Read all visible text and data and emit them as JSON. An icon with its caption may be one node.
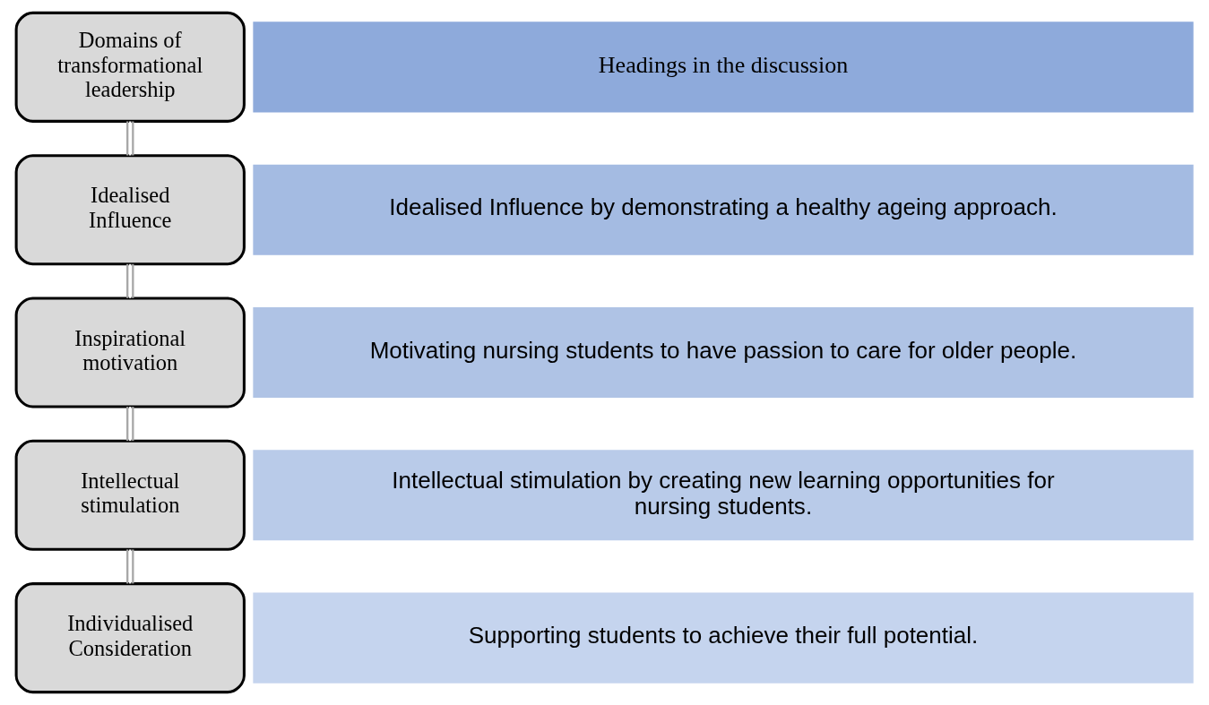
{
  "diagram": {
    "nodes": [
      {
        "text": [
          "Domains of transformational leadership"
        ]
      },
      {
        "text": [
          "Headings in the discussion"
        ]
      },
      {
        "text": [
          "Idealised Influence"
        ]
      },
      {
        "text": [
          "Idealised Influence by demonstrating a healthy ageing approach."
        ]
      },
      {
        "text": [
          "Inspirational motivation"
        ]
      },
      {
        "text": [
          "Motivating nursing students to have passion to care for older people."
        ]
      },
      {
        "text": [
          "Intellectual stimulation"
        ]
      },
      {
        "text": [
          "Intellectual stimulation by creating new learning opportunities for nursing students."
        ]
      },
      {
        "text": [
          "Individualised Consideration"
        ]
      },
      {
        "text": [
          "Supporting students to achieve their full potential."
        ]
      }
    ],
    "edges": [
      {
        "from": 0,
        "to": 2,
        "arrow": "none"
      },
      {
        "from": 2,
        "to": 4,
        "arrow": "none"
      },
      {
        "from": 4,
        "to": 6,
        "arrow": "none"
      },
      {
        "from": 6,
        "to": 8,
        "arrow": "none"
      }
    ]
  }
}
